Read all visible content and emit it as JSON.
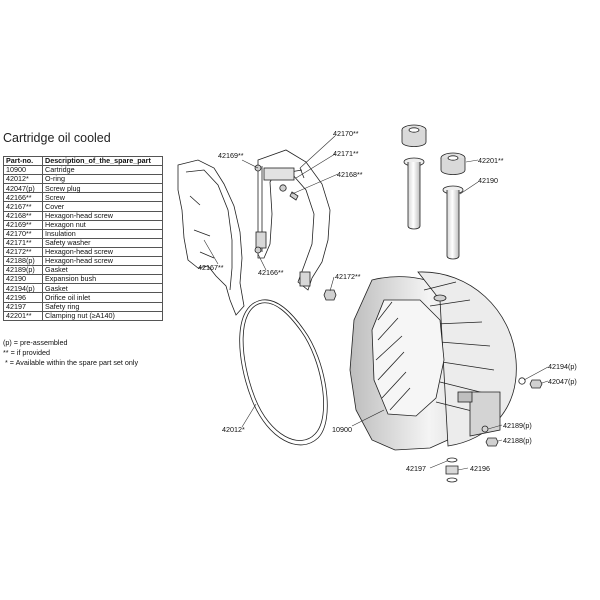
{
  "title": "Cartridge oil cooled",
  "table": {
    "headers": [
      "Part-no.",
      "Description_of_the_spare_part"
    ],
    "rows": [
      [
        "10900",
        "Cartridge"
      ],
      [
        "42012*",
        "O-ring"
      ],
      [
        "42047(p)",
        "Screw plug"
      ],
      [
        "42166**",
        "Screw"
      ],
      [
        "42167**",
        "Cover"
      ],
      [
        "42168**",
        "Hexagon-head screw"
      ],
      [
        "42169**",
        "Hexagon nut"
      ],
      [
        "42170**",
        "Insulation"
      ],
      [
        "42171**",
        "Safety washer"
      ],
      [
        "42172**",
        "Hexagon-head screw"
      ],
      [
        "42188(p)",
        "Hexagon-head screw"
      ],
      [
        "42189(p)",
        "Gasket"
      ],
      [
        "42190",
        "Expansion bush"
      ],
      [
        "42194(p)",
        "Gasket"
      ],
      [
        "42196",
        "Orifice oil inlet"
      ],
      [
        "42197",
        "Safety ring"
      ],
      [
        "42201**",
        "Clamping nut (≥A140)"
      ]
    ]
  },
  "notes": [
    "(p) = pre-assembled",
    "** = if provided",
    " * = Available within the spare part set only"
  ],
  "callouts": {
    "c42170": "42170**",
    "c42171": "42171**",
    "c42168": "42168**",
    "c42169": "42169**",
    "c42167": "42167**",
    "c42166": "42166**",
    "c42172": "42172**",
    "c42201": "42201**",
    "c42190": "42190",
    "c42012": "42012*",
    "c10900": "10900",
    "c42194": "42194(p)",
    "c42047": "42047(p)",
    "c42189": "42189(p)",
    "c42188": "42188(p)",
    "c42197": "42197",
    "c42196": "42196"
  }
}
